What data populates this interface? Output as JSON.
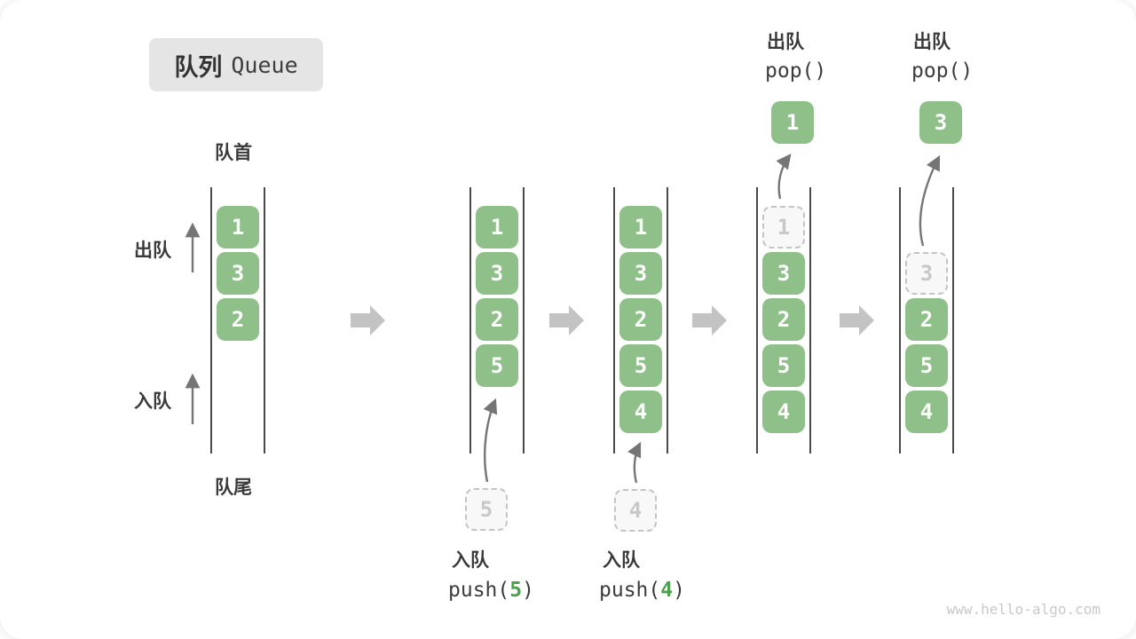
{
  "title": {
    "zh": "队列",
    "en": "Queue"
  },
  "labels": {
    "front": "队首",
    "rear": "队尾",
    "dequeue": "出队",
    "enqueue": "入队"
  },
  "operations": {
    "push5": {
      "action": "入队",
      "fn": "push(",
      "arg": "5",
      "close": ")"
    },
    "push4": {
      "action": "入队",
      "fn": "push(",
      "arg": "4",
      "close": ")"
    },
    "pop1": {
      "action": "出队",
      "fn": "pop()"
    },
    "pop2": {
      "action": "出队",
      "fn": "pop()"
    }
  },
  "columns": [
    {
      "cells": [
        {
          "v": "1"
        },
        {
          "v": "3"
        },
        {
          "v": "2"
        }
      ]
    },
    {
      "cells": [
        {
          "v": "1"
        },
        {
          "v": "3"
        },
        {
          "v": "2"
        },
        {
          "v": "5"
        }
      ],
      "incoming": "5"
    },
    {
      "cells": [
        {
          "v": "1"
        },
        {
          "v": "3"
        },
        {
          "v": "2"
        },
        {
          "v": "5"
        },
        {
          "v": "4"
        }
      ],
      "incoming": "4"
    },
    {
      "cells": [
        {
          "v": "1",
          "removed": true
        },
        {
          "v": "3"
        },
        {
          "v": "2"
        },
        {
          "v": "5"
        },
        {
          "v": "4"
        }
      ],
      "popped": "1"
    },
    {
      "cells": [
        {
          "v": "3",
          "removed": true
        },
        {
          "v": "2"
        },
        {
          "v": "5"
        },
        {
          "v": "4"
        }
      ],
      "popped": "3"
    }
  ],
  "watermark": "www.hello-algo.com",
  "colors": {
    "box_green": "#8fc08a",
    "arg_green": "#4ca14f",
    "block_arrow_gray": "#c3c3c3",
    "thin_arrow_gray": "#757575",
    "wall_line": "#4a4a4a",
    "dashed_border": "#c4c4c4",
    "label_text": "#3a3a3a",
    "title_bg": "#e5e5e5",
    "watermark_gray": "#c9c9c9"
  }
}
